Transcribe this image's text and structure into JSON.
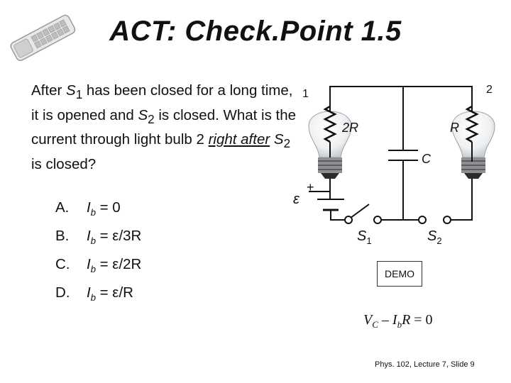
{
  "slide": {
    "title": "ACT: Check.Point 1.5",
    "footer": "Phys. 102, Lecture 7, Slide 9"
  },
  "question": {
    "p1": "After ",
    "s": "S",
    "sub1": "1",
    "p2": " has been closed for a long time, it is opened and ",
    "sub2": "2",
    "p3": " is closed. What is the current through light bulb 2 ",
    "underlined": "right after",
    "p4": " ",
    "sub3": "2",
    "p5": " is closed?"
  },
  "choices": [
    {
      "letter": "A.",
      "var": "I",
      "sub": "b",
      "rest": " = 0"
    },
    {
      "letter": "B.",
      "var": "I",
      "sub": "b",
      "rest": " = ε/3R"
    },
    {
      "letter": "C.",
      "var": "I",
      "sub": "b",
      "rest": " = ε/2R"
    },
    {
      "letter": "D.",
      "var": "I",
      "sub": "b",
      "rest": " = ε/R"
    }
  ],
  "circuit": {
    "bulb1_number": "1",
    "bulb2_number": "2",
    "r2_label": "2R",
    "r_label": "R",
    "cap_label": "C",
    "emf_label": "ε",
    "plus_sign": "+",
    "s1_letter": "S",
    "s1_sub": "1",
    "s2_letter": "S",
    "s2_sub": "2",
    "demo_label": "DEMO"
  },
  "equation": {
    "v": "V",
    "vsub": "C",
    "minus": " – ",
    "i": "I",
    "isub": "b",
    "r": "R",
    "eq": " = 0"
  }
}
